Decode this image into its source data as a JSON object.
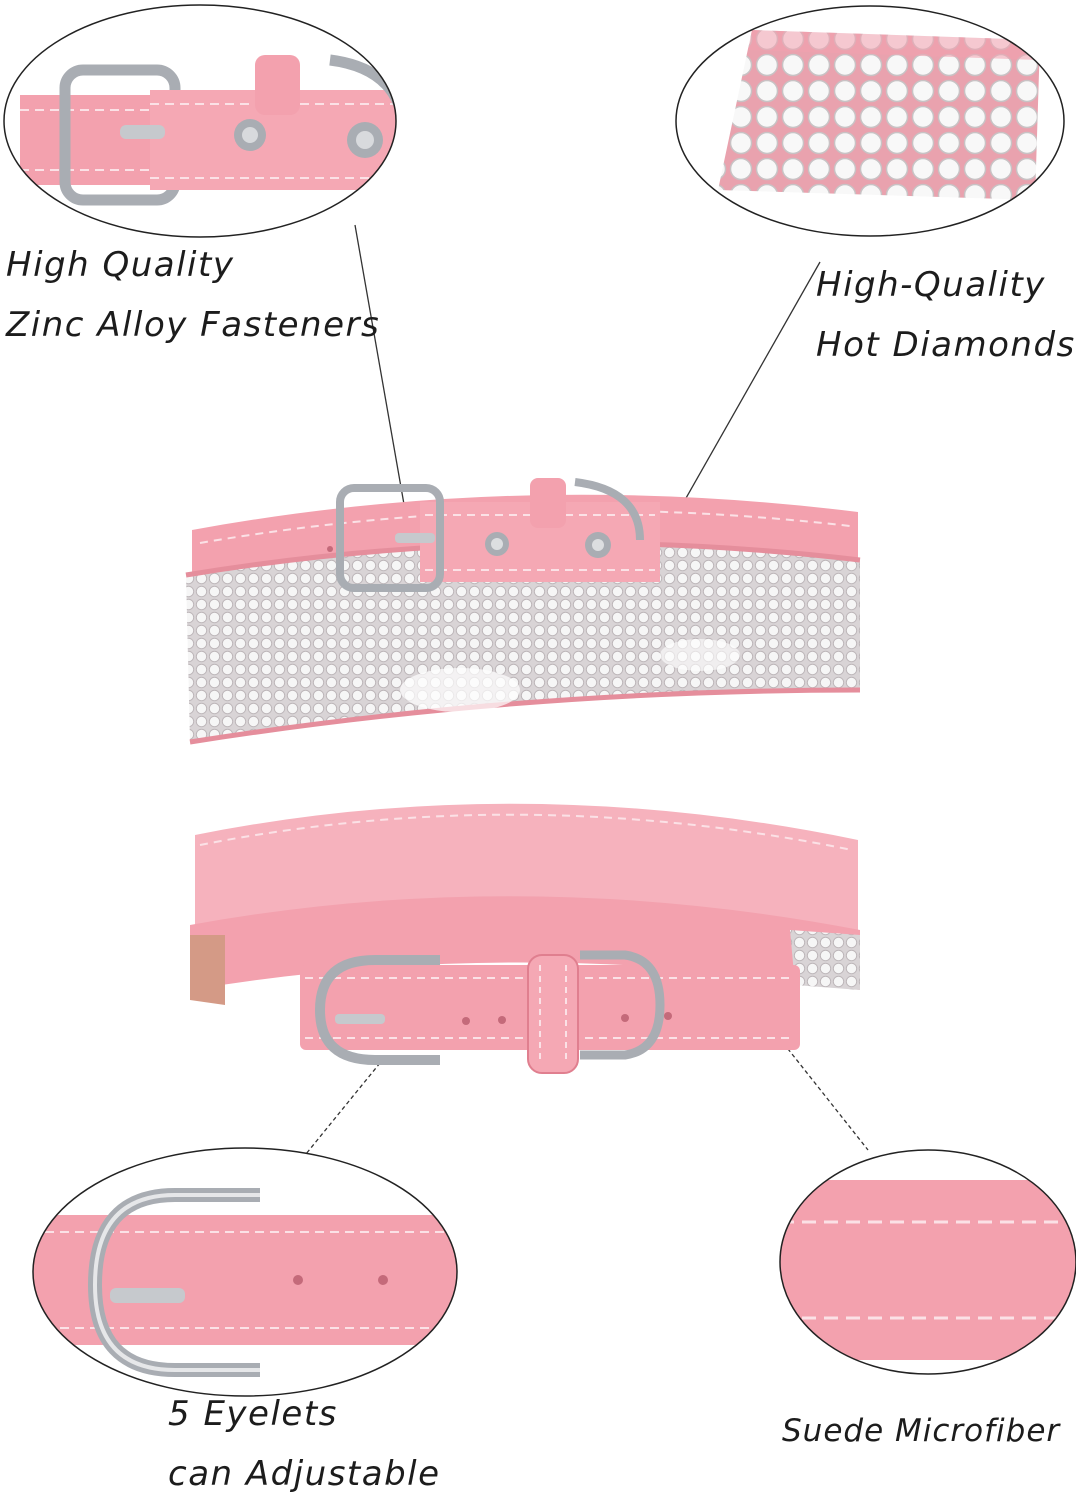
{
  "callouts": {
    "fasteners": {
      "line1": "High Quality",
      "line2": "Zinc Alloy Fasteners"
    },
    "diamonds": {
      "line1": "High-Quality",
      "line2": "Hot Diamonds"
    },
    "eyelets": {
      "line1": "5 Eyelets",
      "line2": "can Adjustable"
    },
    "suede": {
      "line1": "Suede Microfiber"
    }
  },
  "colors": {
    "pink": "#f3a1ae",
    "pink_dark": "#e07f8f",
    "stitch": "#fbe1e6",
    "metal": "#b9bcc1",
    "rhinestone": "#eeeeee"
  }
}
